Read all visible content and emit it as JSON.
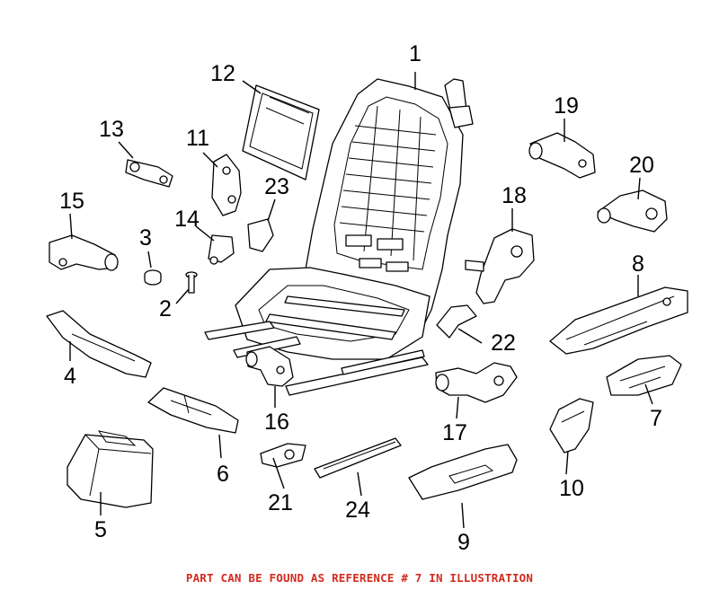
{
  "callouts": {
    "c1": "1",
    "c2": "2",
    "c3": "3",
    "c4": "4",
    "c5": "5",
    "c6": "6",
    "c7": "7",
    "c8": "8",
    "c9": "9",
    "c10": "10",
    "c11": "11",
    "c12": "12",
    "c13": "13",
    "c14": "14",
    "c15": "15",
    "c16": "16",
    "c17": "17",
    "c18": "18",
    "c19": "19",
    "c20": "20",
    "c21": "21",
    "c22": "22",
    "c23": "23",
    "c24": "24"
  },
  "footer_note": "PART CAN BE FOUND AS REFERENCE # 7 IN ILLUSTRATION",
  "colors": {
    "line": "#000000",
    "background": "#ffffff",
    "footer_text": "#d42a1e"
  }
}
